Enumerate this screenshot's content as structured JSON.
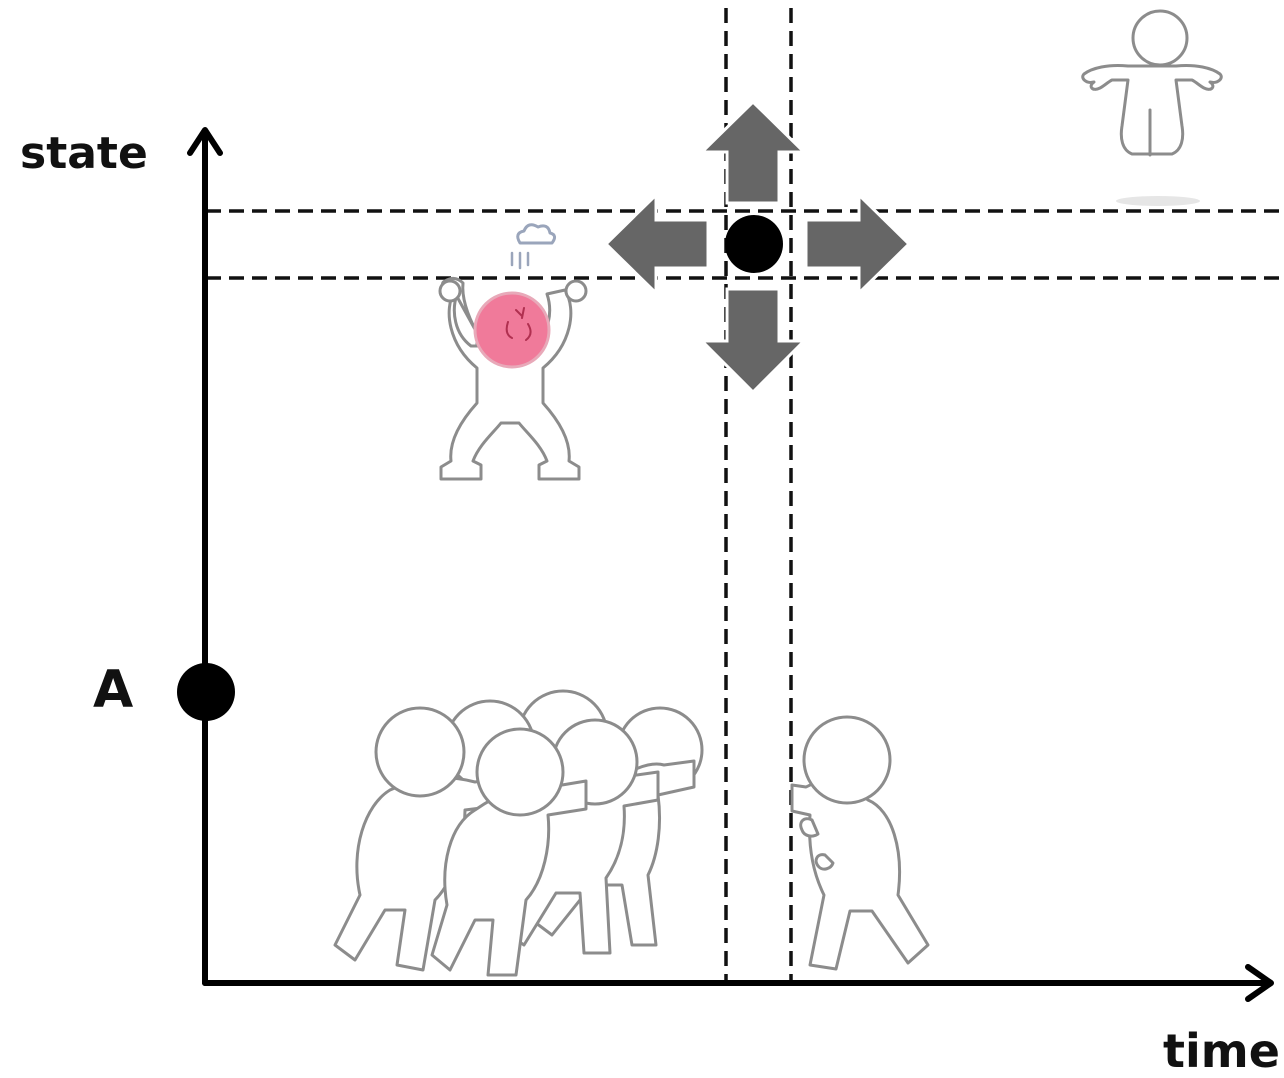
{
  "axes": {
    "y_label": "state",
    "x_label": "time"
  },
  "points": {
    "start_label": "A"
  },
  "colors": {
    "axis": "#000000",
    "point": "#000000",
    "arrow": "#666666",
    "figure_stroke": "#8c8c8c",
    "figure_fill": "#ffffff",
    "angry_head": "#f07a9a"
  },
  "icons": {
    "equilibrium_arrows": "four-way-arrows-icon",
    "angry_figure": "angry-person-icon",
    "kneeling_figure": "kneeling-person-icon",
    "crowd": "crowd-pushing-icon",
    "lone_figure": "person-pushing-icon"
  }
}
